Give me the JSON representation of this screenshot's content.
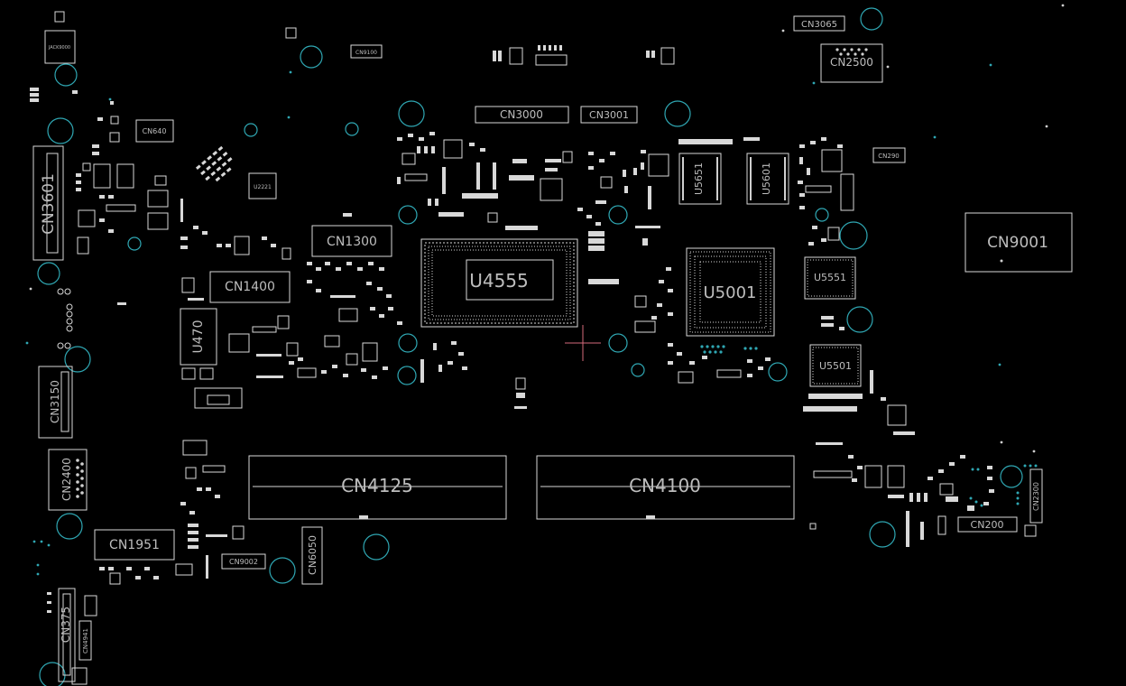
{
  "colors": {
    "background": "#000000",
    "outline": "#d8d8d8",
    "via": "#2fa7b3",
    "cursor": "#d46a7a",
    "label": "#bdbdbd"
  },
  "labels": {
    "cn3065": "CN3065",
    "cn2500": "CN2500",
    "cn9100": "CN9100",
    "cn3000": "CN3000",
    "cn3001": "CN3001",
    "cn640": "CN640",
    "cn3601": "CN3601",
    "cn1300": "CN1300",
    "cn1400": "CN1400",
    "u4555": "U4555",
    "u5651": "U5651",
    "u5601": "U5601",
    "u5001": "U5001",
    "u5551": "U5551",
    "u5501": "U5501",
    "cn9001": "CN9001",
    "cn290": "CN290",
    "u470": "U470",
    "cn3150": "CN3150",
    "cn2400": "CN2400",
    "cn4125": "CN4125",
    "cn4100": "CN4100",
    "cn1951": "CN1951",
    "cn9002": "CN9002",
    "cn6050": "CN6050",
    "cn375": "CN375",
    "cn4941": "CN4941",
    "cn200": "CN200",
    "cn2300": "CN2300",
    "jack9000": "JACK9000",
    "u2221": "U2221"
  }
}
